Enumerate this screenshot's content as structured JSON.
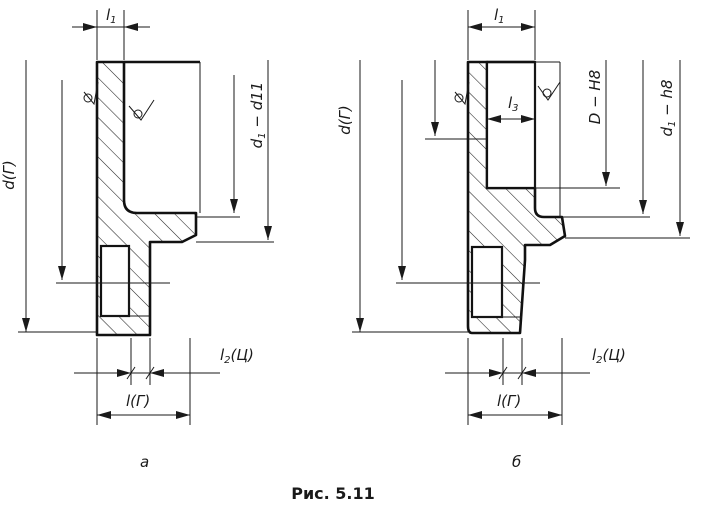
{
  "figure": {
    "caption": "Рис. 5.11",
    "panel_a": {
      "letter": "а",
      "labels": {
        "d_G": "d(Г)",
        "l1": "l",
        "l1_sub": "1",
        "d1_pre": "d",
        "d1_sub": "1",
        "d1_post": " − d11",
        "l2_pre": "l",
        "l2_sub": "2",
        "l2_post": "(Ц)",
        "l_G": "l(Г)"
      }
    },
    "panel_b": {
      "letter": "б",
      "labels": {
        "d_G": "d(Г)",
        "l1": "l",
        "l1_sub": "1",
        "l3": "l",
        "l3_sub": "3",
        "D": "D − H8",
        "d1_pre": "d",
        "d1_sub": "1",
        "d1_post": " − h8",
        "l2_pre": "l",
        "l2_sub": "2",
        "l2_post": "(Ц)",
        "l_G": "l(Г)"
      }
    }
  }
}
